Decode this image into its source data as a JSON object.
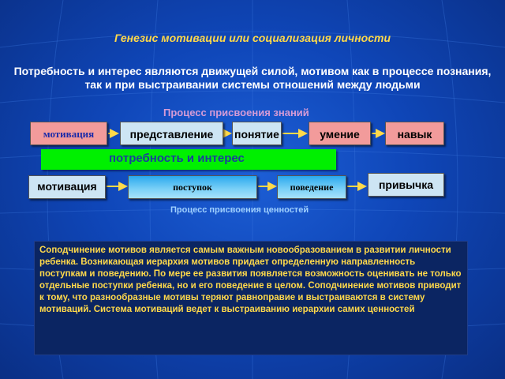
{
  "title": "Генезис мотивации или социализация личности",
  "subtitle": "Потребность и интерес являются движущей силой, мотивом как в процессе познания, так и при выстраивании системы отношений между людьми",
  "knowledge_process": {
    "label": "Процесс присвоения знаний",
    "boxes": [
      "мотивация",
      "представление",
      "понятие",
      "умение",
      "навык"
    ]
  },
  "need_bar": "потребность и интерес",
  "values_process": {
    "label": "Процесс присвоения ценностей",
    "boxes": [
      "мотивация",
      "поступок",
      "поведение",
      "привычка"
    ]
  },
  "paragraph": "Соподчинение мотивов является самым важным новообразованием в развитии личности ребенка. Возникающая иерархия мотивов придает определенную направленность поступкам и поведению. По мере ее развития появляется возможность оценивать не только отдельные поступки ребенка, но и его поведение в целом. Соподчинение мотивов приводит к тому, что разнообразные мотивы теряют равноправие и выстраиваются в систему мотиваций. Система мотиваций ведет к выстраиванию иерархии самих ценностей",
  "colors": {
    "title": "#ffd94a",
    "pink_box": "#f29b9b",
    "blue_box": "#cde5f4",
    "green_bar": "#00f000",
    "arrow": "#ffd94a",
    "paragraph_text": "#ffd94a"
  }
}
